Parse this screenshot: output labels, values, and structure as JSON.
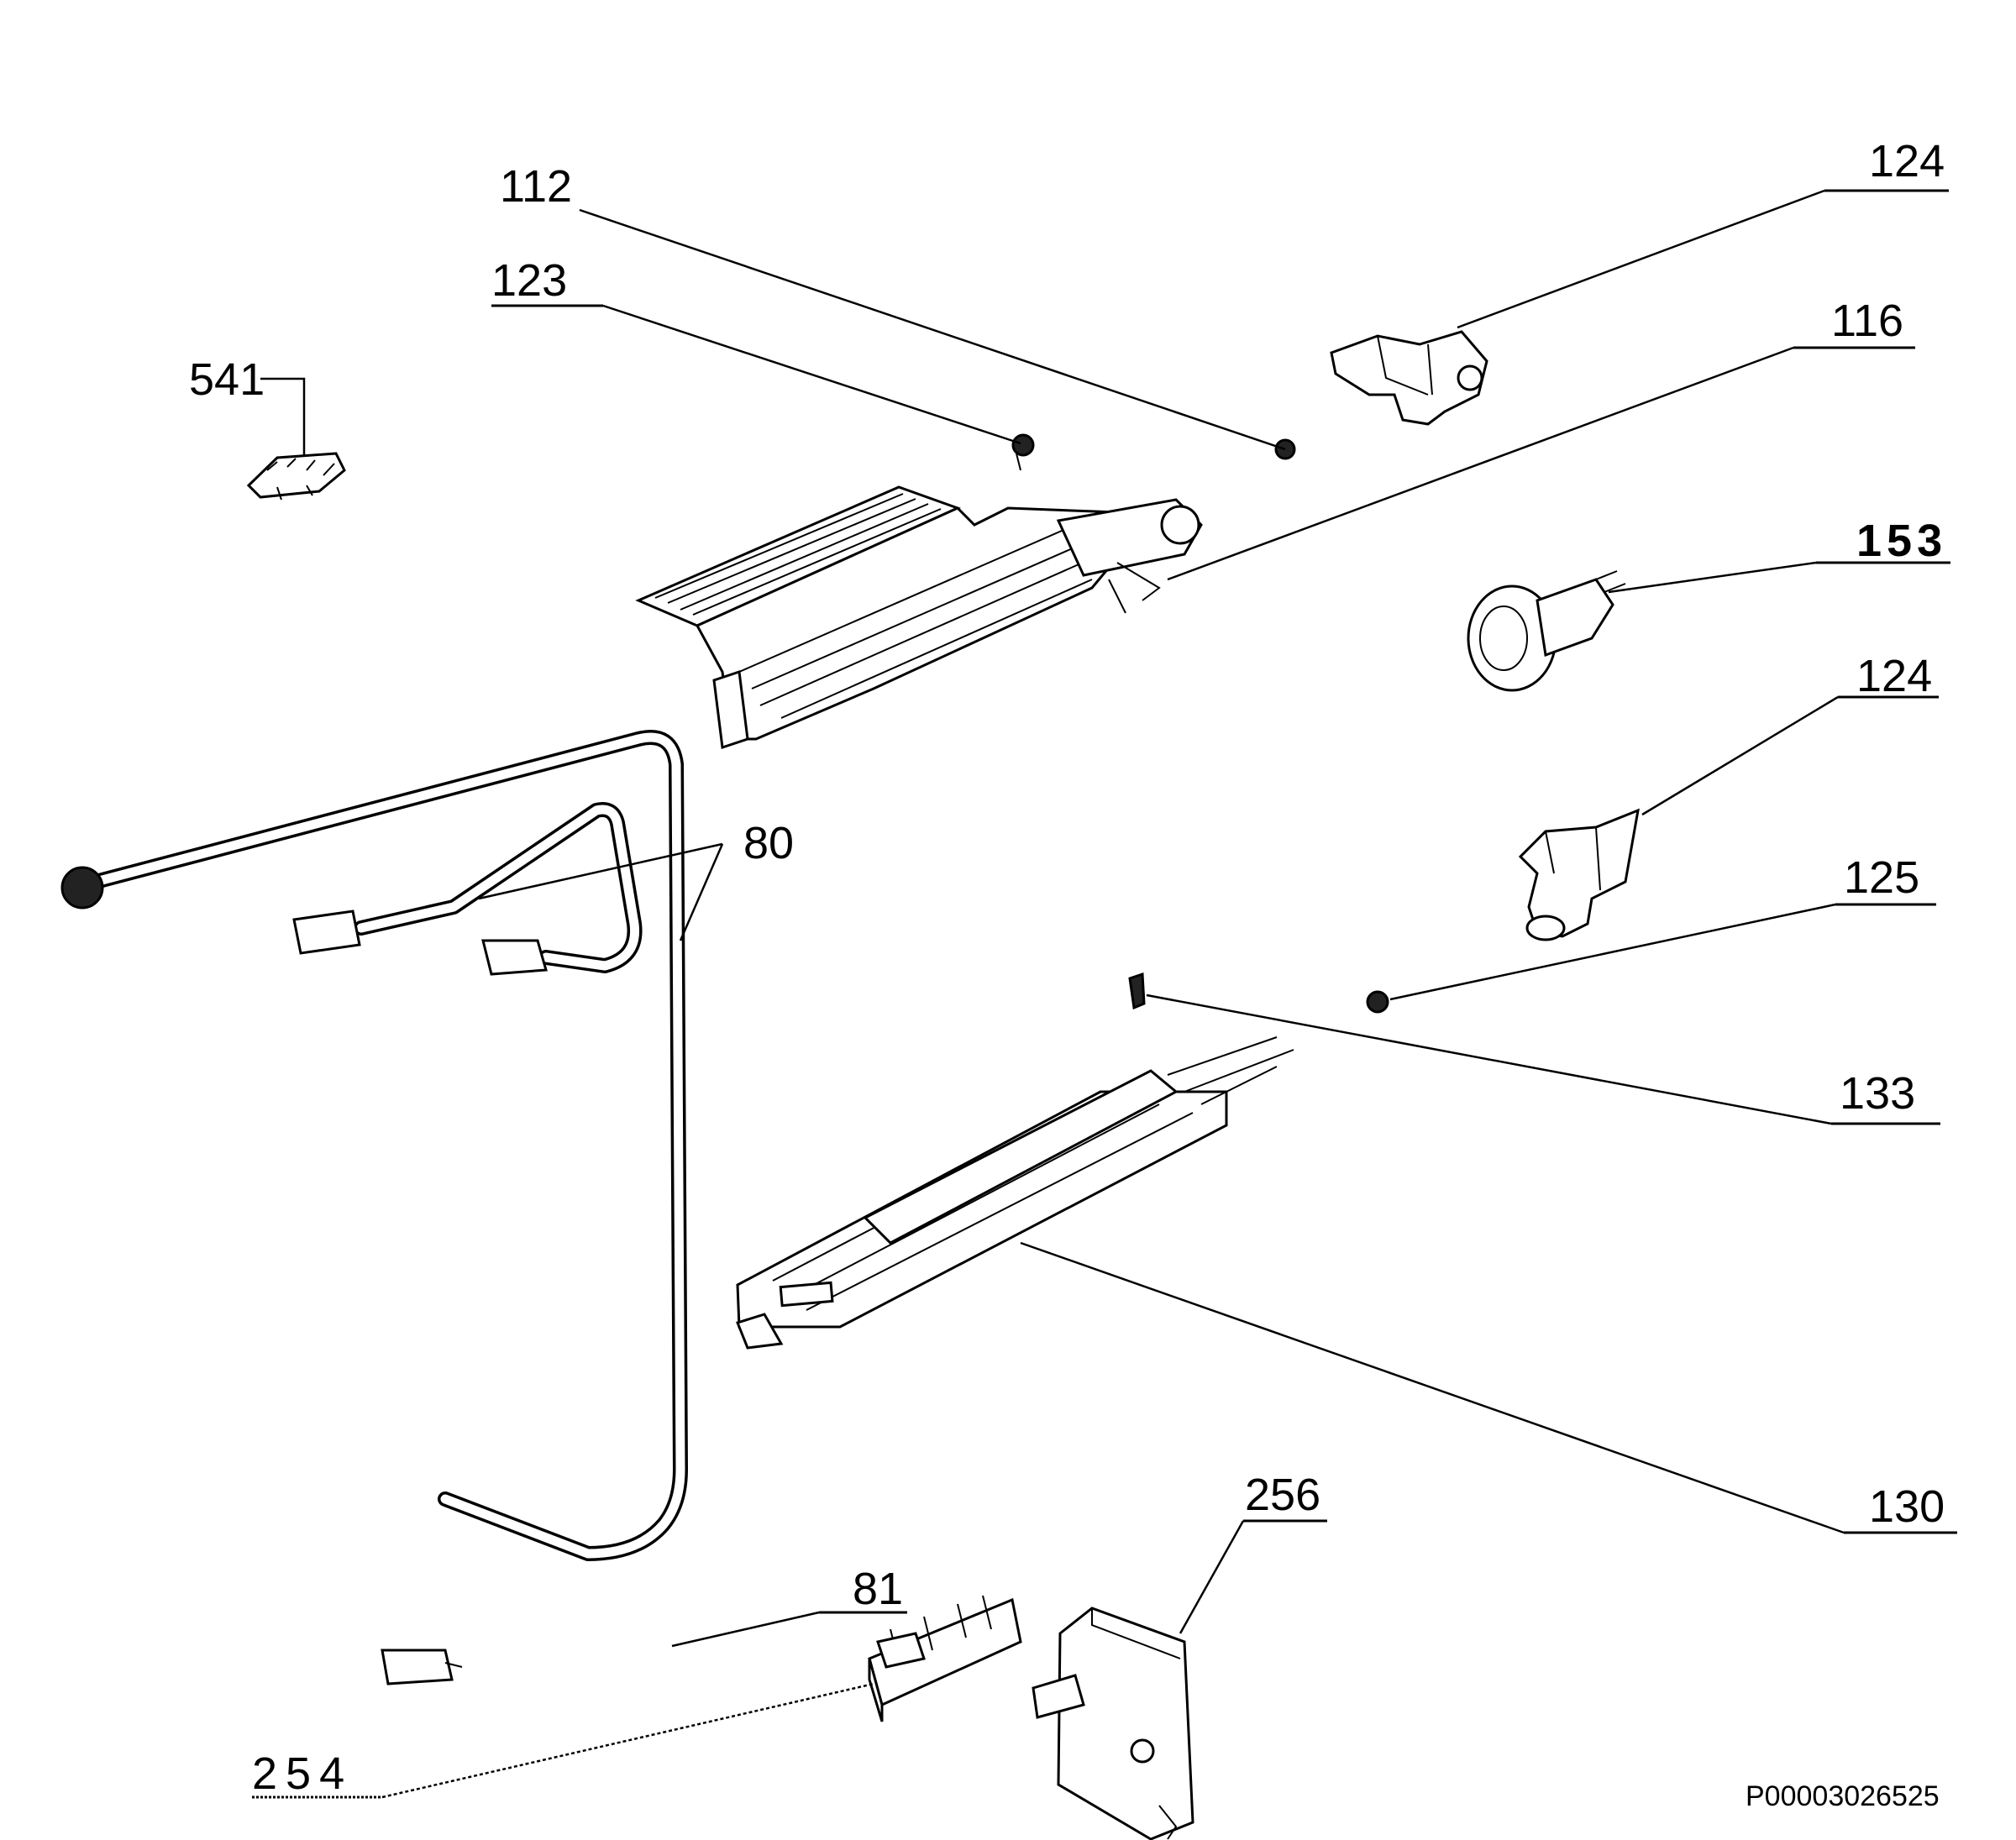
{
  "callouts": {
    "c112": "112",
    "c123": "123",
    "c124_top": "124",
    "c116": "116",
    "c541": "541",
    "c153": "153",
    "c124_mid": "124",
    "c80": "80",
    "c125": "125",
    "c133": "133",
    "c130": "130",
    "c256": "256",
    "c81": "81",
    "c254": "254"
  },
  "doc_id": "P00003026525"
}
